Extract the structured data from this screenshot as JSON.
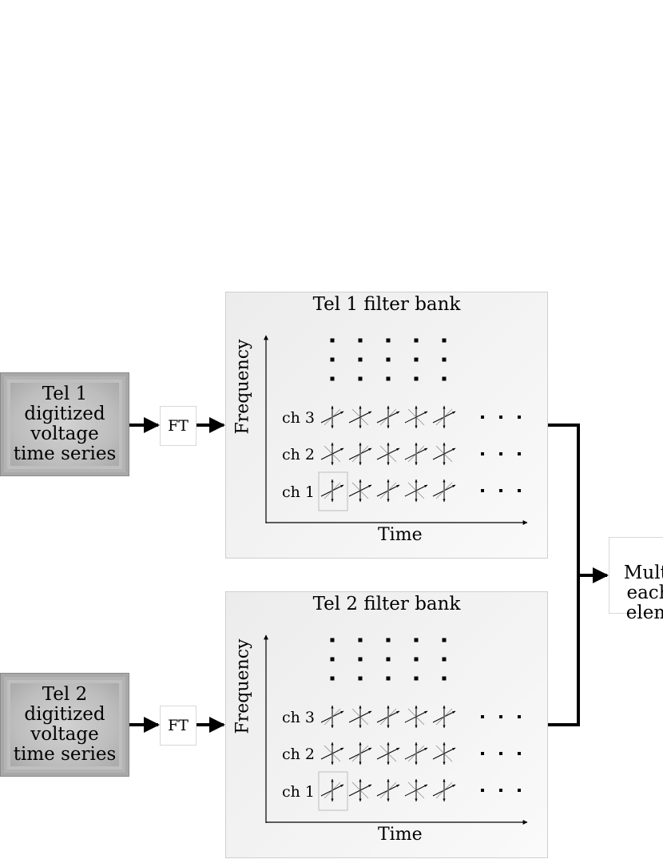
{
  "sources": [
    {
      "label": "Tel 1\ndigitized\nvoltage\ntime series"
    },
    {
      "label": "Tel 2\ndigitized\nvoltage\ntime series"
    }
  ],
  "ft_label": "FT",
  "banks": [
    {
      "title": "Tel 1 filter bank",
      "ylabel": "Frequency",
      "xlabel": "Time",
      "channels": [
        "ch 3",
        "ch 2",
        "ch 1"
      ]
    },
    {
      "title": "Tel 2 filter bank",
      "ylabel": "Frequency",
      "xlabel": "Time",
      "channels": [
        "ch 3",
        "ch 2",
        "ch 1"
      ]
    }
  ],
  "output": {
    "label": "Multi\neach\nelem"
  },
  "ellipsis_icon": "horizontal-dots",
  "colors": {
    "box_border": "#cfcfcf",
    "arrow": "#000000",
    "source_fill": "#bdbdbd"
  }
}
